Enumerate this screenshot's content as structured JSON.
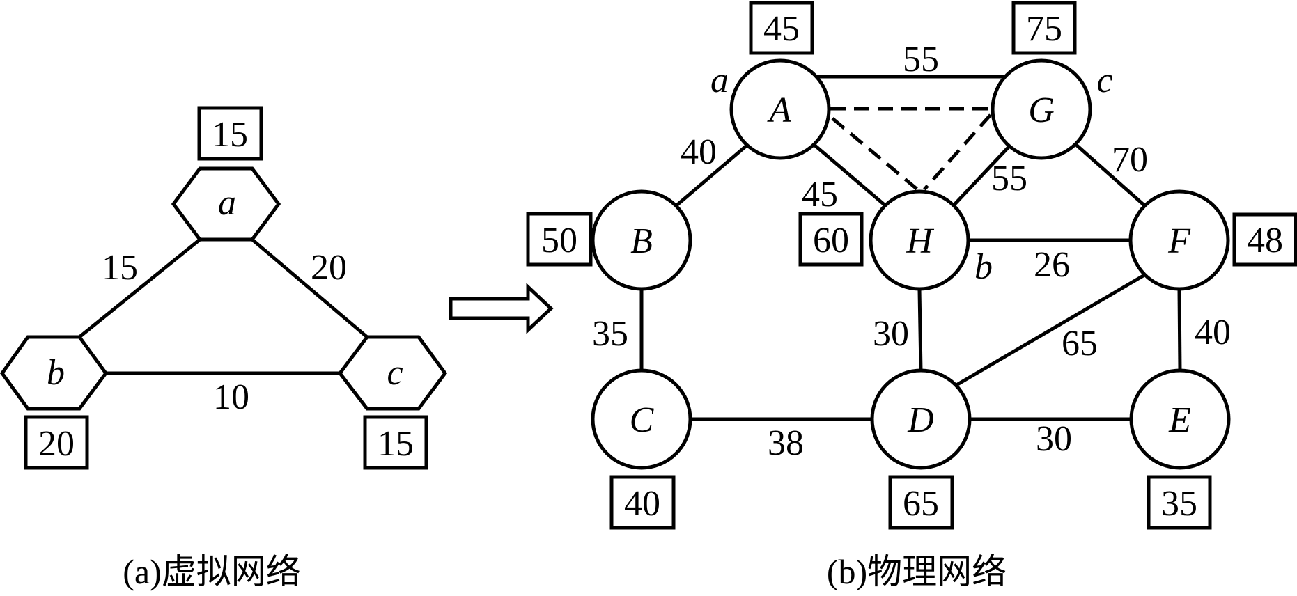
{
  "virtual_network": {
    "caption": "(a)虚拟网络",
    "nodes": [
      {
        "id": "a",
        "label": "a",
        "demand": "15"
      },
      {
        "id": "b",
        "label": "b",
        "demand": "20"
      },
      {
        "id": "c",
        "label": "c",
        "demand": "15"
      }
    ],
    "links": [
      {
        "from": "a",
        "to": "b",
        "bandwidth": "15"
      },
      {
        "from": "a",
        "to": "c",
        "bandwidth": "20"
      },
      {
        "from": "b",
        "to": "c",
        "bandwidth": "10"
      }
    ]
  },
  "arrow": {
    "icon": "right-arrow-icon"
  },
  "physical_network": {
    "caption": "(b)物理网络",
    "nodes": [
      {
        "id": "A",
        "label": "A",
        "capacity": "45",
        "mapped_virtual": "a"
      },
      {
        "id": "G",
        "label": "G",
        "capacity": "75",
        "mapped_virtual": "c"
      },
      {
        "id": "B",
        "label": "B",
        "capacity": "50",
        "mapped_virtual": ""
      },
      {
        "id": "H",
        "label": "H",
        "capacity": "60",
        "mapped_virtual": "b"
      },
      {
        "id": "F",
        "label": "F",
        "capacity": "48",
        "mapped_virtual": ""
      },
      {
        "id": "C",
        "label": "C",
        "capacity": "40",
        "mapped_virtual": ""
      },
      {
        "id": "D",
        "label": "D",
        "capacity": "65",
        "mapped_virtual": ""
      },
      {
        "id": "E",
        "label": "E",
        "capacity": "35",
        "mapped_virtual": ""
      }
    ],
    "links": [
      {
        "from": "A",
        "to": "G",
        "bandwidth": "55"
      },
      {
        "from": "A",
        "to": "B",
        "bandwidth": "40"
      },
      {
        "from": "A",
        "to": "H",
        "bandwidth": "45"
      },
      {
        "from": "G",
        "to": "H",
        "bandwidth": "55"
      },
      {
        "from": "G",
        "to": "F",
        "bandwidth": "70"
      },
      {
        "from": "H",
        "to": "F",
        "bandwidth": "26"
      },
      {
        "from": "B",
        "to": "C",
        "bandwidth": "35"
      },
      {
        "from": "H",
        "to": "D",
        "bandwidth": "30"
      },
      {
        "from": "D",
        "to": "F",
        "bandwidth": "65"
      },
      {
        "from": "F",
        "to": "E",
        "bandwidth": "40"
      },
      {
        "from": "C",
        "to": "D",
        "bandwidth": "38"
      },
      {
        "from": "D",
        "to": "E",
        "bandwidth": "30"
      }
    ],
    "mapped_paths": [
      {
        "from": "A",
        "to": "G",
        "style": "dashed"
      },
      {
        "from": "A",
        "to": "H",
        "style": "dashed"
      },
      {
        "from": "G",
        "to": "H",
        "style": "dashed"
      }
    ]
  }
}
